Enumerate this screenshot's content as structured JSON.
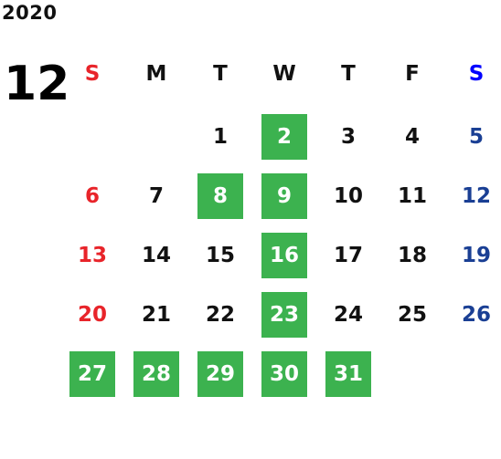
{
  "year": "2020",
  "month": "12",
  "weekday_headers": [
    "S",
    "M",
    "T",
    "W",
    "T",
    "F",
    "S"
  ],
  "first_weekday_index": 2,
  "days": [
    "1",
    "2",
    "3",
    "4",
    "5",
    "6",
    "7",
    "8",
    "9",
    "10",
    "11",
    "12",
    "13",
    "14",
    "15",
    "16",
    "17",
    "18",
    "19",
    "20",
    "21",
    "22",
    "23",
    "24",
    "25",
    "26",
    "27",
    "28",
    "29",
    "30",
    "31"
  ],
  "highlighted_days": [
    "2",
    "8",
    "9",
    "16",
    "23",
    "27",
    "28",
    "29",
    "30",
    "31"
  ],
  "colors": {
    "sunday": "#e8242a",
    "saturday": "#1a3f94",
    "saturday_header": "#0000ff",
    "weekday": "#111111",
    "highlight_bg": "#3cb24f",
    "highlight_text": "#ffffff"
  }
}
